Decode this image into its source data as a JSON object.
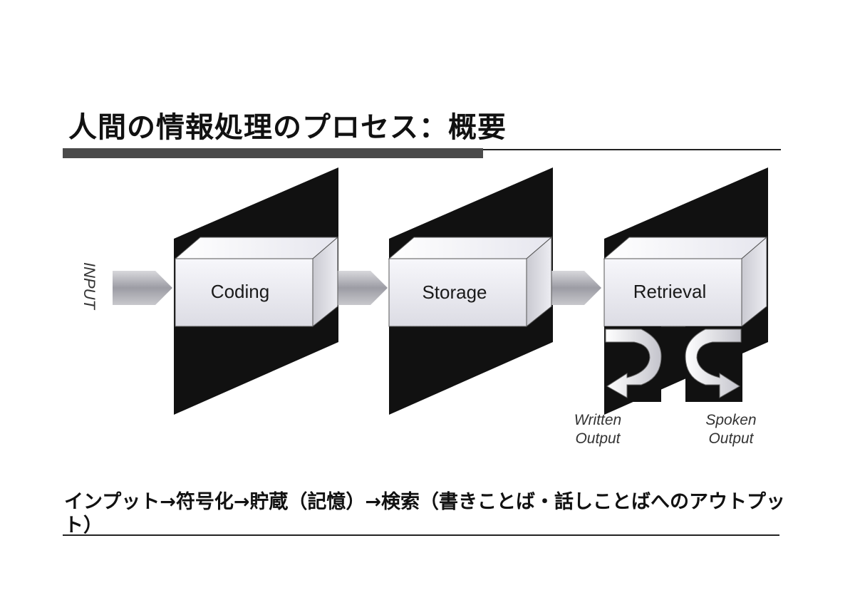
{
  "slide": {
    "title": "人間の情報処理のプロセス：概要",
    "caption": "インプット→符号化→貯蔵（記憶）→検索（書きことば・話しことばへのアウトプット）"
  },
  "diagram": {
    "input_label": "INPUT",
    "stages": [
      {
        "label": "Coding"
      },
      {
        "label": "Storage"
      },
      {
        "label": "Retrieval"
      }
    ],
    "outputs": [
      {
        "line1": "Written",
        "line2": "Output"
      },
      {
        "line1": "Spoken",
        "line2": "Output"
      }
    ]
  }
}
